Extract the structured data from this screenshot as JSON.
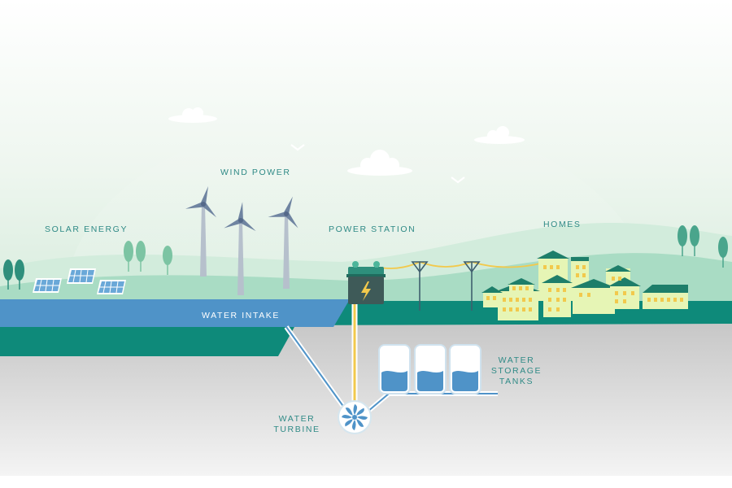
{
  "labels": {
    "wind_power": "WIND POWER",
    "solar_energy": "SOLAR ENERGY",
    "power_station": "POWER STATION",
    "homes": "HOMES",
    "water_intake": "WATER INTAKE",
    "water_storage_tanks_line1": "WATER",
    "water_storage_tanks_line2": "STORAGE",
    "water_storage_tanks_line3": "TANKS",
    "water_turbine_line1": "WATER",
    "water_turbine_line2": "TURBINE"
  },
  "icons": {
    "power_station": "lightning-bolt-icon",
    "turbine": "water-turbine-icon"
  },
  "colors": {
    "label_text": "#2f8a86",
    "ground_teal": "#0e8a7a",
    "water_blue": "#4f93c8",
    "hill_green": "#bfe3cf",
    "power_line_yellow": "#f2c94c",
    "underground_gray": "#dadada",
    "home_yellow": "#e6f5b5"
  }
}
